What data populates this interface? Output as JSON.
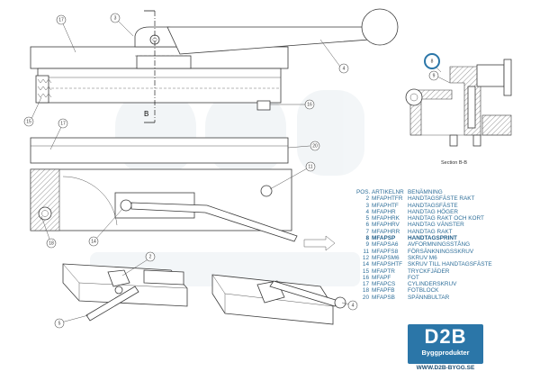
{
  "section": {
    "marker_letter": "B",
    "caption": "Section B-B"
  },
  "balloons": {
    "top_view": [
      "17",
      "3",
      "4",
      "15",
      "16"
    ],
    "middle_view": [
      "17",
      "20",
      "11",
      "18",
      "14"
    ],
    "section_view": [
      "8",
      "9"
    ],
    "iso_left": [
      "2",
      "5"
    ],
    "iso_right": [
      "4"
    ]
  },
  "bom": {
    "header": {
      "pos": "POS.",
      "article": "ARTIKELNR",
      "name": "BENÄMNING"
    },
    "rows": [
      {
        "pos": "2",
        "article": "MFAPHTFR",
        "name": "HANDTAGSFÄSTE RAKT",
        "bold": false
      },
      {
        "pos": "3",
        "article": "MFAPHTF",
        "name": "HANDTAGSFÄSTE",
        "bold": false
      },
      {
        "pos": "4",
        "article": "MFAPHR",
        "name": "HANDTAG HÖGER",
        "bold": false
      },
      {
        "pos": "5",
        "article": "MFAPHRK",
        "name": "HANDTAG RAKT OCH KORT",
        "bold": false
      },
      {
        "pos": "6",
        "article": "MFAPHRV",
        "name": "HANDTAG VÄNSTER",
        "bold": false
      },
      {
        "pos": "7",
        "article": "MFAPHRR",
        "name": "HANDTAG RAKT",
        "bold": false
      },
      {
        "pos": "8",
        "article": "MFAPSP",
        "name": "HANDTAGSPRINT",
        "bold": true
      },
      {
        "pos": "9",
        "article": "MFAPSA6",
        "name": "AVFORMNINGSSTÅNG",
        "bold": false
      },
      {
        "pos": "11",
        "article": "MFAPFS8",
        "name": "FÖRSÄNKNINGSSKRUV",
        "bold": false
      },
      {
        "pos": "12",
        "article": "MFAPSM6",
        "name": "SKRUV M6",
        "bold": false
      },
      {
        "pos": "14",
        "article": "MFAPSHTF",
        "name": "SKRUV TILL HANDTAGSFÄSTE",
        "bold": false
      },
      {
        "pos": "15",
        "article": "MFAPTR",
        "name": "TRYCKFJÄDER",
        "bold": false
      },
      {
        "pos": "16",
        "article": "MFAPF",
        "name": "FOT",
        "bold": false
      },
      {
        "pos": "17",
        "article": "MFAPCS",
        "name": "CYLINDERSKRUV",
        "bold": false
      },
      {
        "pos": "18",
        "article": "MFAPFB",
        "name": "FOTBLOCK",
        "bold": false
      },
      {
        "pos": "20",
        "article": "MFAPSB",
        "name": "SPÄNNBULTAR",
        "bold": false
      }
    ]
  },
  "logo": {
    "title": "D2B",
    "subtitle": "Byggprodukter",
    "url": "WWW.D2B-BYGG.SE",
    "color": "#2b76a8"
  },
  "colors": {
    "line": "#3a3a3a",
    "bom_text": "#2f6f9a",
    "highlight_balloon": "#2b76a8"
  }
}
